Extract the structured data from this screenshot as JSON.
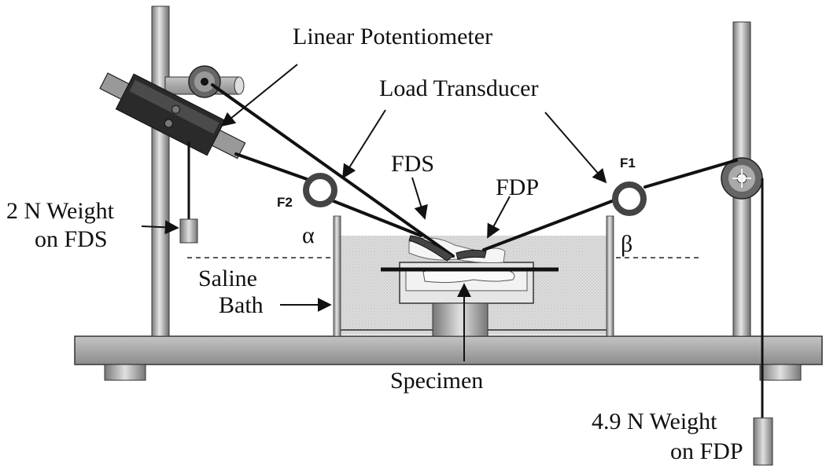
{
  "labels": {
    "linear_potentiometer": "Linear Potentiometer",
    "load_transducer": "Load Transducer",
    "fds": "FDS",
    "fdp": "FDP",
    "f1": "F1",
    "f2": "F2",
    "alpha": "α",
    "beta": "β",
    "weight_fds_line1": "2 N Weight",
    "weight_fds_line2": "on FDS",
    "saline_line1": "Saline",
    "saline_line2": "Bath",
    "specimen": "Specimen",
    "weight_fdp_line1": "4.9 N Weight",
    "weight_fdp_line2": "on FDP"
  },
  "colors": {
    "rod": "#b8b8b8",
    "base": "#a9a9a9",
    "bath": "#d6d6d6",
    "cable": "#111111",
    "transducer_ring": "#555555"
  }
}
